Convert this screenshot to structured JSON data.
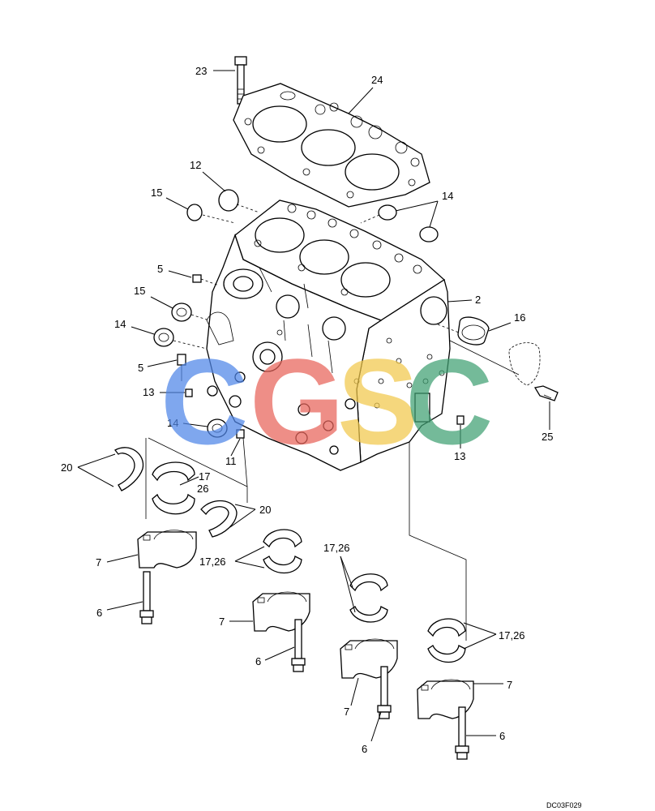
{
  "figure": {
    "code": "DC03F029"
  },
  "callouts": [
    {
      "id": "c23",
      "text": "23"
    },
    {
      "id": "c24",
      "text": "24"
    },
    {
      "id": "c12",
      "text": "12"
    },
    {
      "id": "c15a",
      "text": "15"
    },
    {
      "id": "c14a",
      "text": "14"
    },
    {
      "id": "c5a",
      "text": "5"
    },
    {
      "id": "c15b",
      "text": "15"
    },
    {
      "id": "c2",
      "text": "2"
    },
    {
      "id": "c16",
      "text": "16"
    },
    {
      "id": "c14b",
      "text": "14"
    },
    {
      "id": "c5b",
      "text": "5"
    },
    {
      "id": "c13a",
      "text": "13"
    },
    {
      "id": "c14c",
      "text": "14"
    },
    {
      "id": "c25",
      "text": "25"
    },
    {
      "id": "c13b",
      "text": "13"
    },
    {
      "id": "c11",
      "text": "11"
    },
    {
      "id": "c20a",
      "text": "20"
    },
    {
      "id": "c17",
      "text": "17"
    },
    {
      "id": "c26",
      "text": "26"
    },
    {
      "id": "c20b",
      "text": "20"
    },
    {
      "id": "c7a",
      "text": "7"
    },
    {
      "id": "c1726a",
      "text": "17,26"
    },
    {
      "id": "c1726b",
      "text": "17,26"
    },
    {
      "id": "c6a",
      "text": "6"
    },
    {
      "id": "c7b",
      "text": "7"
    },
    {
      "id": "c1726c",
      "text": "17,26"
    },
    {
      "id": "c6b",
      "text": "6"
    },
    {
      "id": "c7c",
      "text": "7"
    },
    {
      "id": "c7d",
      "text": "7"
    },
    {
      "id": "c6c",
      "text": "6"
    },
    {
      "id": "c6d",
      "text": "6"
    }
  ],
  "watermark": {
    "letters": [
      {
        "char": "C",
        "color": "#4f86e8"
      },
      {
        "char": "G",
        "color": "#e8645a"
      },
      {
        "char": "S",
        "color": "#f2c94c"
      },
      {
        "char": "C",
        "color": "#3fa072"
      }
    ]
  }
}
